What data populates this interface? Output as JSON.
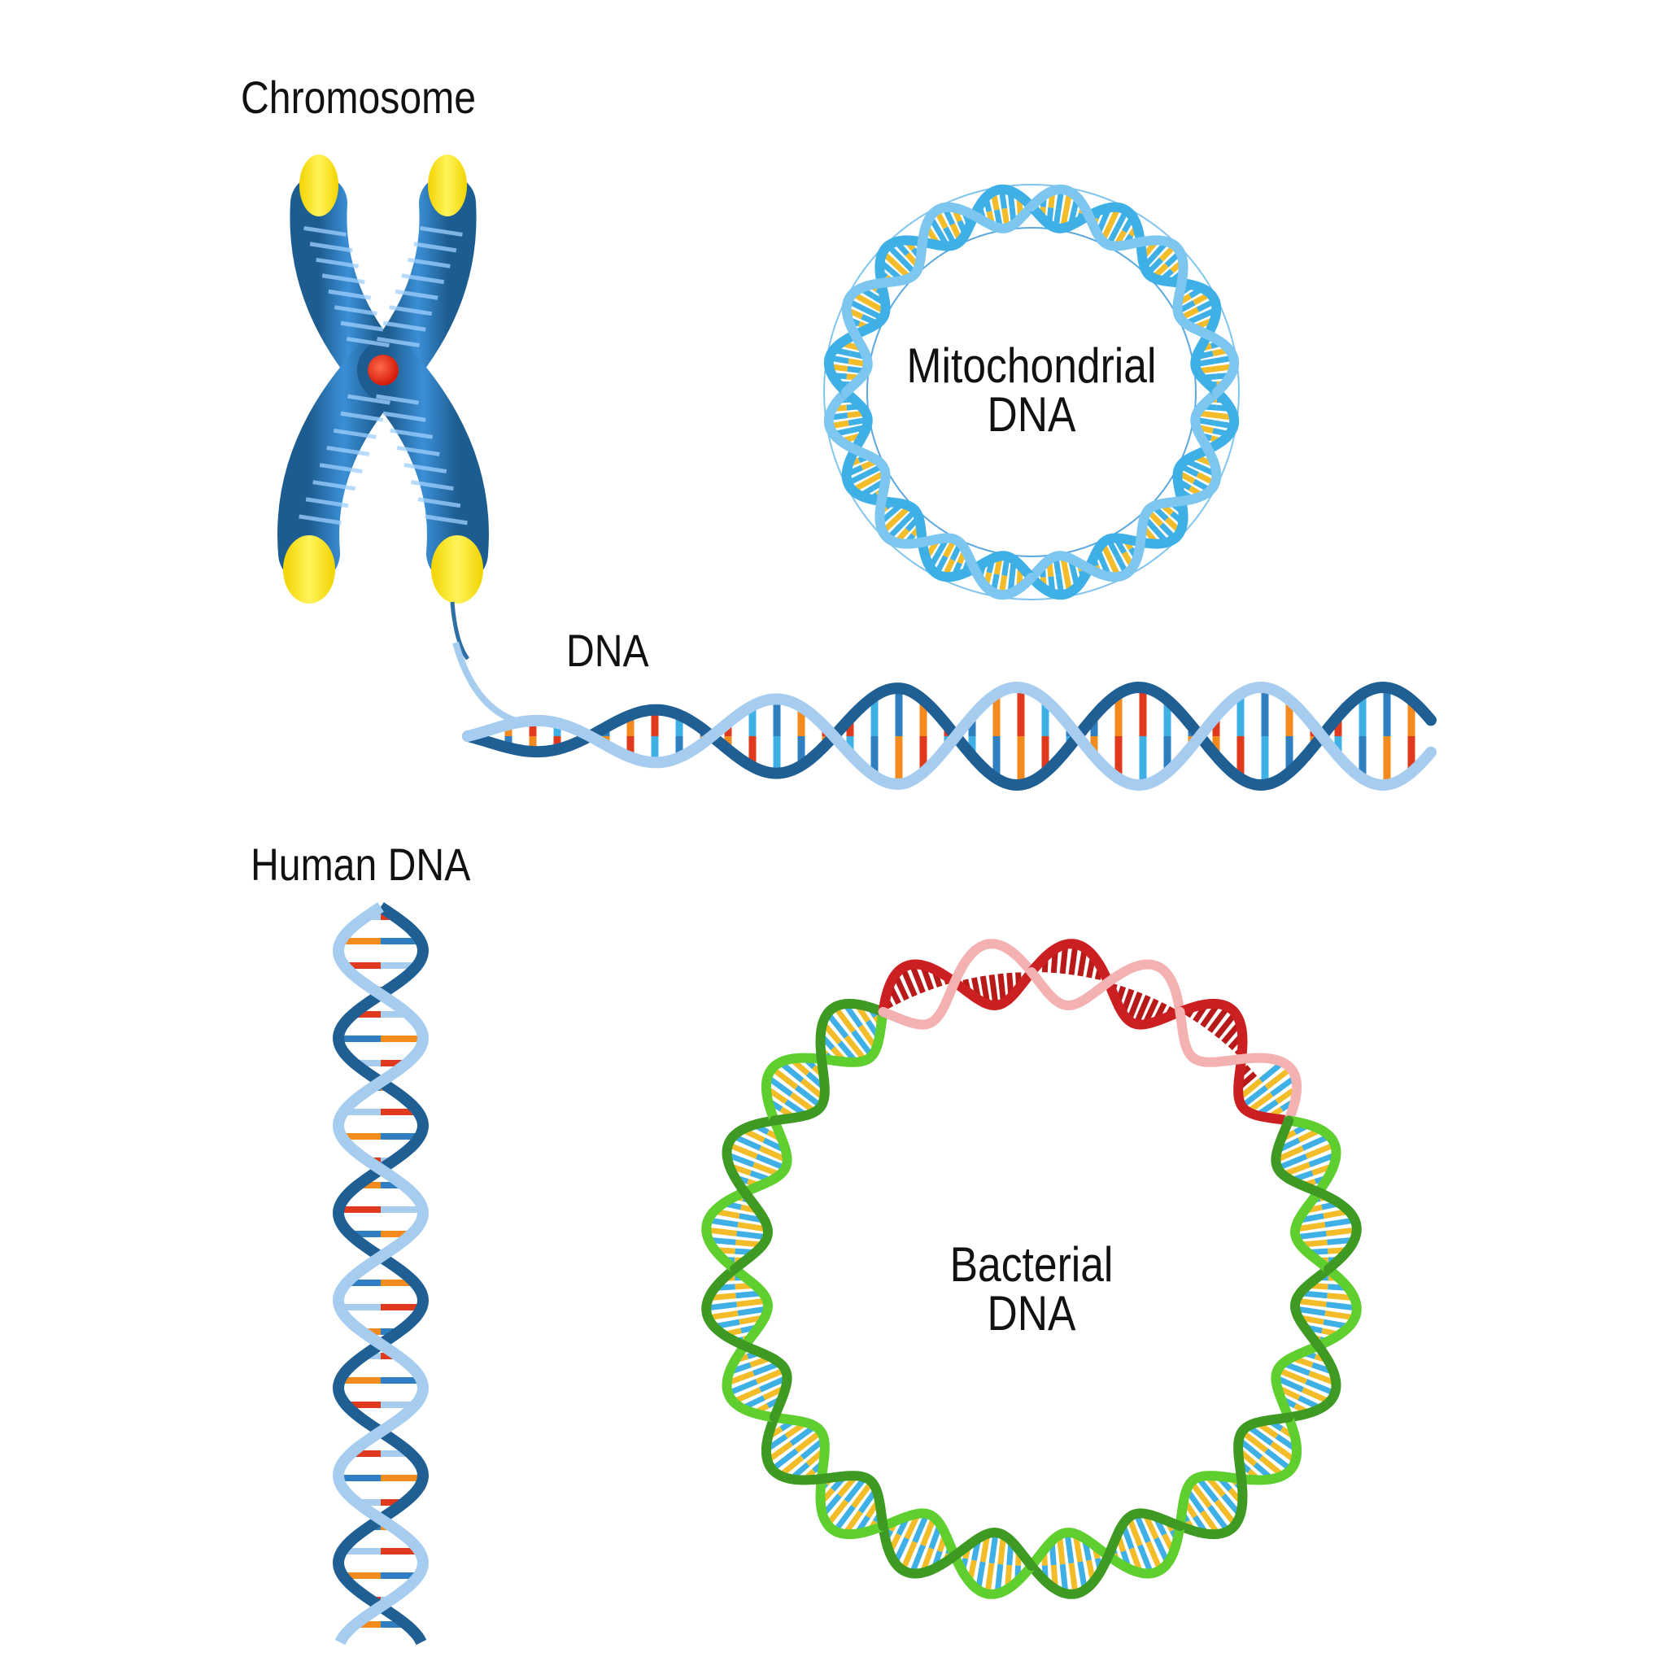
{
  "labels": {
    "chromosome": "Chromosome",
    "dna": "DNA",
    "mito_line1": "Mitochondrial",
    "mito_line2": "DNA",
    "human": "Human DNA",
    "bact_line1": "Bacterial",
    "bact_line2": "DNA"
  },
  "colors": {
    "dark_blue": "#1f5f93",
    "mid_blue": "#2f7fc0",
    "light_blue": "#a6cdf0",
    "cyan": "#3fb0e6",
    "yellow": "#ffe21a",
    "red": "#e03a1e",
    "orange": "#f28a1e",
    "gold": "#f3bd2a",
    "green": "#5fcf2f",
    "dark_green": "#3e9a22",
    "crimson": "#cc1f22",
    "pink": "#f3b1b1"
  }
}
